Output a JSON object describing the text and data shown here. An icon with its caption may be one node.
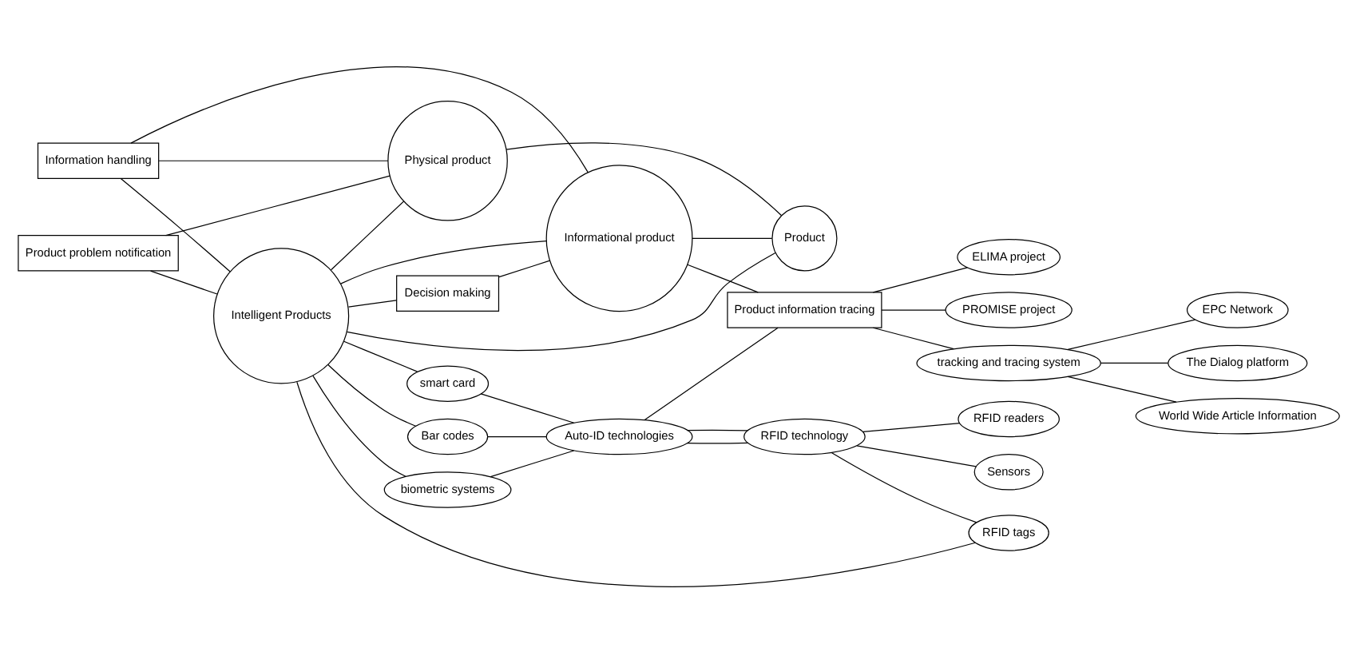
{
  "diagram": {
    "nodes": [
      {
        "text": [
          "Product problem notification"
        ]
      },
      {
        "text": [
          "Information handling"
        ]
      },
      {
        "text": [
          "Intelligent Products"
        ]
      },
      {
        "text": [
          "Physical product"
        ]
      },
      {
        "text": [
          "Product"
        ]
      },
      {
        "text": [
          "Decision making"
        ]
      },
      {
        "text": [
          "Informational product"
        ]
      },
      {
        "text": [
          "biometric systems"
        ]
      },
      {
        "text": [
          "smart card"
        ]
      },
      {
        "text": [
          "Auto-ID technologies"
        ]
      },
      {
        "text": [
          "Product information tracing"
        ]
      },
      {
        "text": [
          "tracking and tracing system"
        ]
      },
      {
        "text": [
          "EPC Network"
        ]
      },
      {
        "text": [
          "The Dialog platform"
        ]
      },
      {
        "text": [
          "Bar codes"
        ]
      },
      {
        "text": [
          "RFID technology"
        ]
      },
      {
        "text": [
          "World Wide Article Information"
        ]
      },
      {
        "text": [
          "RFID tags"
        ]
      },
      {
        "text": [
          "RFID readers"
        ]
      },
      {
        "text": [
          "Sensors"
        ]
      },
      {
        "text": [
          "ELIMA project"
        ]
      },
      {
        "text": [
          "PROMISE project"
        ]
      }
    ],
    "edges": [
      {
        "from": 0,
        "to": 2,
        "arrow": "none"
      },
      {
        "from": 0,
        "to": 3,
        "arrow": "none"
      },
      {
        "from": 1,
        "to": 2,
        "arrow": "none"
      },
      {
        "from": 2,
        "to": 3,
        "arrow": "none"
      },
      {
        "from": 1,
        "to": 3,
        "arrow": "none"
      },
      {
        "from": 1,
        "to": 6,
        "arrow": "none"
      },
      {
        "from": 2,
        "to": 4,
        "arrow": "none"
      },
      {
        "from": 2,
        "to": 6,
        "arrow": "none"
      },
      {
        "from": 2,
        "to": 5,
        "arrow": "none"
      },
      {
        "from": 5,
        "to": 6,
        "arrow": "none"
      },
      {
        "from": 3,
        "to": 4,
        "arrow": "none"
      },
      {
        "from": 6,
        "to": 4,
        "arrow": "none"
      },
      {
        "from": 2,
        "to": 7,
        "arrow": "none"
      },
      {
        "from": 2,
        "to": 8,
        "arrow": "none"
      },
      {
        "from": 2,
        "to": 14,
        "arrow": "none"
      },
      {
        "from": 2,
        "to": 17,
        "arrow": "none"
      },
      {
        "from": 7,
        "to": 9,
        "arrow": "none"
      },
      {
        "from": 8,
        "to": 9,
        "arrow": "none"
      },
      {
        "from": 14,
        "to": 9,
        "arrow": "none"
      },
      {
        "from": 15,
        "to": 9,
        "arrow": "none"
      },
      {
        "from": 9,
        "to": 15,
        "arrow": "none"
      },
      {
        "from": 9,
        "to": 10,
        "arrow": "none"
      },
      {
        "from": 6,
        "to": 10,
        "arrow": "none"
      },
      {
        "from": 10,
        "to": 11,
        "arrow": "none"
      },
      {
        "from": 10,
        "to": 20,
        "arrow": "none"
      },
      {
        "from": 10,
        "to": 21,
        "arrow": "none"
      },
      {
        "from": 11,
        "to": 12,
        "arrow": "none"
      },
      {
        "from": 11,
        "to": 13,
        "arrow": "none"
      },
      {
        "from": 11,
        "to": 16,
        "arrow": "none"
      },
      {
        "from": 15,
        "to": 17,
        "arrow": "none"
      },
      {
        "from": 15,
        "to": 18,
        "arrow": "none"
      },
      {
        "from": 15,
        "to": 19,
        "arrow": "none"
      }
    ]
  }
}
